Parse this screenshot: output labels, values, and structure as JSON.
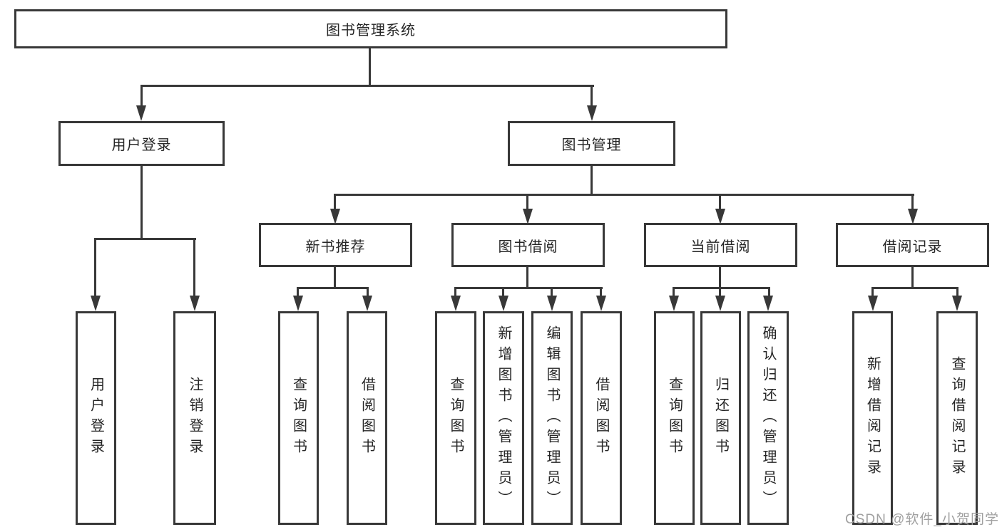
{
  "tree": {
    "root": {
      "label": "图书管理系统"
    },
    "branches": [
      {
        "label": "用户登录",
        "children": [
          {
            "label": "用户登录"
          },
          {
            "label": "注销登录"
          }
        ]
      },
      {
        "label": "图书管理",
        "children": [
          {
            "label": "新书推荐",
            "children": [
              {
                "label": "查询图书"
              },
              {
                "label": "借阅图书"
              }
            ]
          },
          {
            "label": "图书借阅",
            "children": [
              {
                "label": "查询图书"
              },
              {
                "label": "新增图书（管理员）"
              },
              {
                "label": "编辑图书（管理员）"
              },
              {
                "label": "借阅图书"
              }
            ]
          },
          {
            "label": "当前借阅",
            "children": [
              {
                "label": "查询图书"
              },
              {
                "label": "归还图书"
              },
              {
                "label": "确认归还（管理员）"
              }
            ]
          },
          {
            "label": "借阅记录",
            "children": [
              {
                "label": "新增借阅记录"
              },
              {
                "label": "查询借阅记录"
              }
            ]
          }
        ]
      }
    ]
  },
  "watermark": "CSDN @软件_小贺同学",
  "colors": {
    "line": "#383838",
    "text": "#262626",
    "watermark": "#a0a0a0",
    "background": "#ffffff"
  }
}
